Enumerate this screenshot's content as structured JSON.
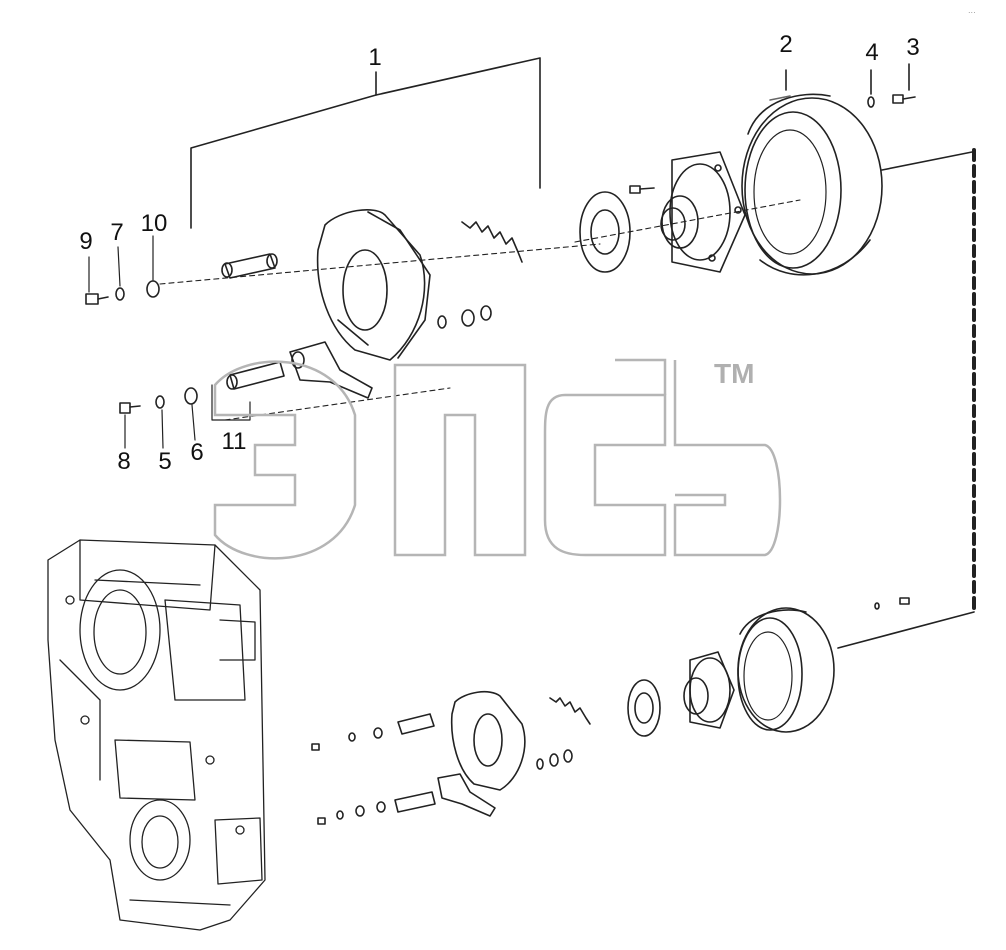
{
  "diagram": {
    "callouts": {
      "c1": "1",
      "c2": "2",
      "c3": "3",
      "c4": "4",
      "c5": "5",
      "c6": "6",
      "c7": "7",
      "c8": "8",
      "c9": "9",
      "c10": "10",
      "c11": "11"
    },
    "watermark": {
      "text": "элсъ",
      "trademark": "TM"
    },
    "corner_mark": "..."
  }
}
